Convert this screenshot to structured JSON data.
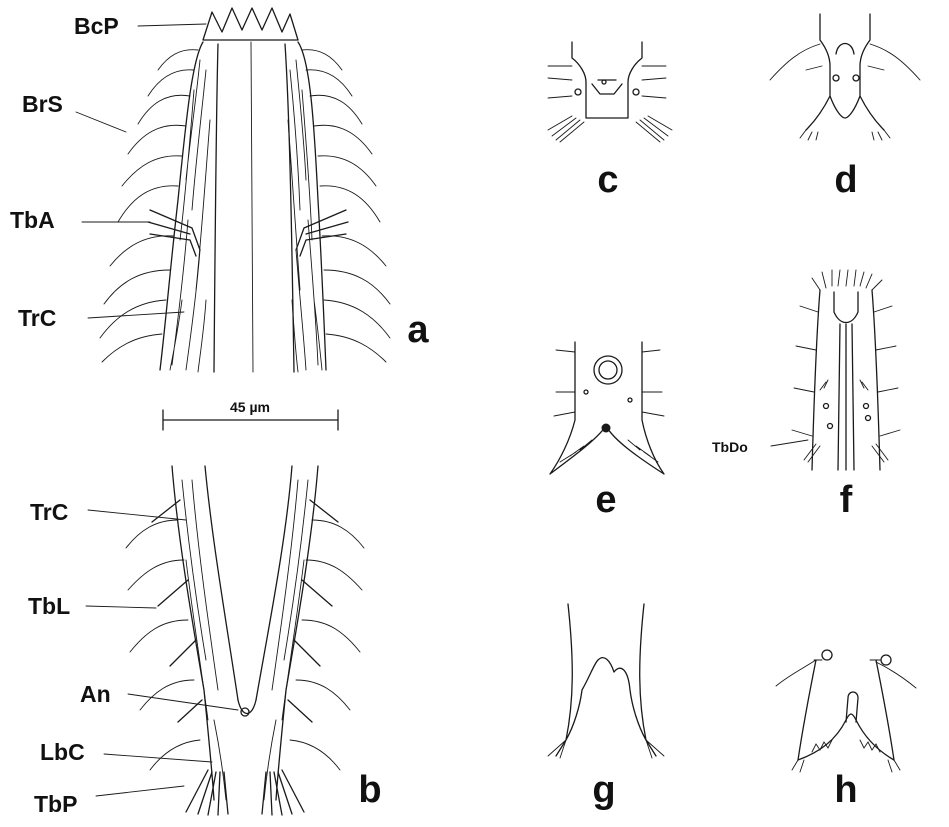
{
  "figure": {
    "panel_labels": [
      "a",
      "b",
      "c",
      "d",
      "e",
      "f",
      "g",
      "h"
    ],
    "structure_labels": {
      "bcp": "BcP",
      "brs": "BrS",
      "tba": "TbA",
      "trc_a": "TrC",
      "trc_b": "TrC",
      "tbl": "TbL",
      "an": "An",
      "lbc": "LbC",
      "tbp": "TbP",
      "tbdo": "TbDo"
    },
    "scale_bar": {
      "label": "45 µm"
    },
    "ink_color": "#1a1a1a",
    "background_color": "#ffffff"
  }
}
